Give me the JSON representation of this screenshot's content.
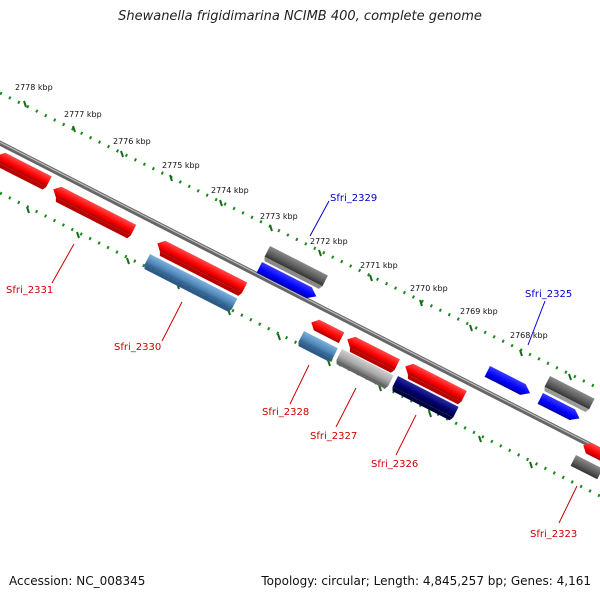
{
  "title": "Shewanella frigidimarina NCIMB 400, complete genome",
  "footer": {
    "accession": "Accession: NC_008345",
    "summary": "Topology: circular; Length: 4,845,257 bp; Genes: 4,161"
  },
  "ticks": [
    "2778 kbp",
    "2777 kbp",
    "2776 kbp",
    "2775 kbp",
    "2774 kbp",
    "2773 kbp",
    "2772 kbp",
    "2771 kbp",
    "2770 kbp",
    "2769 kbp",
    "2768 kbp"
  ],
  "gene_labels": [
    "Sfri_2331",
    "Sfri_2330",
    "Sfri_2329",
    "Sfri_2328",
    "Sfri_2327",
    "Sfri_2326",
    "Sfri_2325",
    "Sfri_2323"
  ],
  "colors": {
    "red": "#ff0000",
    "blue": "#0000ff",
    "steel": "#4f86b8",
    "navy": "#00006e",
    "gray": "#5a5a5a",
    "light_gray": "#a9a9a9",
    "tick_green": "#006400",
    "label_red": "#cc0000",
    "label_blue": "#0000cc"
  }
}
